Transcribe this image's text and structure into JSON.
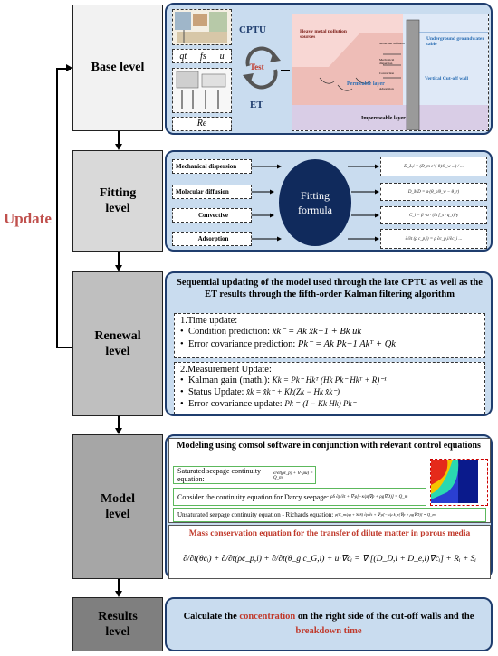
{
  "update_label": "Update",
  "levels": {
    "base": "Base level",
    "fitting": "Fitting level",
    "renewal": "Renewal level",
    "model": "Model level",
    "results": "Results level"
  },
  "base": {
    "param_labels": [
      "qt",
      "fs",
      "u"
    ],
    "re_label": "Re",
    "cptu_label": "CPTU",
    "test_label": "Test",
    "et_label": "ET",
    "diagram": {
      "heavy_metal": "Heavy metal pollution sources",
      "groundwater": "Underground groundwater table",
      "molecular_diffusion": "Molecular diffusion",
      "mechanical_dispersion": "Mechanical dispersion",
      "convection": "Convection",
      "adsorption": "Adsorption",
      "permeable": "Permeable layer",
      "wall": "Vertical Cut-off wall",
      "impermeable": "Impermeable layer"
    }
  },
  "fitting": {
    "items": [
      "Mechanical dispersion",
      "Molecular diffusion",
      "Convective",
      "Adsorption"
    ],
    "center_label": "Fitting formula",
    "formulas": [
      "D_L,i = (D_m·e^(-θ)/θ_w ...) / ...",
      "D_MD = a·(θ_s/θ_w − θ_r)",
      "C_i = β · u · (ln f_s · q_t)^γ",
      "∂/∂t (ρ c_p,i) = ρ ∂c_p,i/∂c_i ..."
    ]
  },
  "renewal": {
    "title": "Sequential updating of the model used through the late CPTU as well as the ET results through the fifth-order Kalman filtering algorithm",
    "time_update_header": "1.Time update:",
    "time_items": [
      "Condition prediction:",
      "Error covariance prediction:"
    ],
    "time_eqs": [
      "x̂k⁻ = Ak x̂k−1 + Bk uk",
      "Pk⁻ = Ak Pk−1 Akᵀ + Qk"
    ],
    "measurement_header": "2.Measurement Update:",
    "meas_items": [
      "Kalman gain (math.):",
      "Status Update:",
      "Error covariance update:"
    ],
    "meas_eqs": [
      "Kk = Pk⁻ Hkᵀ (Hk Pk⁻ Hkᵀ + R)⁻¹",
      "x̂k = x̂k⁻ + Kk(Zk − Hk x̂k⁻)",
      "Pk = (I − Kk Hk) Pk⁻"
    ]
  },
  "model": {
    "title": "Modeling using comsol software in conjunction with relevant control equations",
    "eq_labels": [
      "Saturated seepage continuity equation:",
      "Consider the continuity equation for Darcy seepage:",
      "Unsaturated seepage continuity equation - Richards equation:"
    ],
    "eq_texts": [
      "∂/∂t(ρε_p) + ∇·(ρu) = Q_m",
      "ρS ∂p/∂t + ∇·ρ[−κ/μ(∇p + ρg∇D)] = Q_m",
      "ρ(C_m/ρg + SeS) ∂p/∂t + ∇·ρ[−κ/μ k_r(∇p + ρg∇D)] = Q_m"
    ],
    "mass_title": "Mass conservation equation for the transfer of dilute matter in porous media",
    "mass_eq": "∂/∂t(θcᵢ) + ∂/∂t(ρc_p,i) + ∂/∂t(θ_g c_G,i) + u·∇cᵢ = ∇·[(D_D,i + D_e,i)∇cᵢ] + Rᵢ + Sᵢ"
  },
  "results": {
    "text_parts": [
      "Calculate the ",
      "concentration",
      " on the right side of the cut-off walls and the ",
      "breakdown time"
    ]
  },
  "colors": {
    "panel_fill": "#c9dcef",
    "panel_border": "#1f3d6e",
    "red_text": "#c0392b",
    "base_fill": "#f2f2f2",
    "fitting_fill": "#d9d9d9",
    "renewal_fill": "#bfbfbf",
    "model_fill": "#a6a6a6",
    "results_fill": "#7f7f7f",
    "ellipse": "#102a5c",
    "update_color": "#c0504d"
  }
}
